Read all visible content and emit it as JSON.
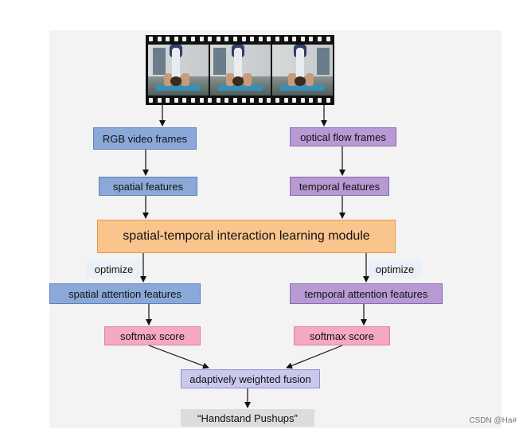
{
  "nodes": {
    "rgb_frames": "RGB video frames",
    "optical_flow_frames": "optical flow frames",
    "spatial_features": "spatial features",
    "temporal_features": "temporal features",
    "interaction_module": "spatial-temporal interaction learning module",
    "optimize_left": "optimize",
    "optimize_right": "optimize",
    "spatial_attention": "spatial attention features",
    "temporal_attention": "temporal attention features",
    "softmax_left": "softmax score",
    "softmax_right": "softmax score",
    "fusion": "adaptively weighted fusion",
    "output": "“Handstand Pushups”"
  },
  "watermark": "CSDN @Ha#",
  "colors": {
    "blue": "#8aa9d9",
    "purple": "#b79ad4",
    "orange": "#fac58d",
    "pink": "#f5a9c0",
    "lavender": "#c9c9ee",
    "grey": "#dcdcdc"
  }
}
